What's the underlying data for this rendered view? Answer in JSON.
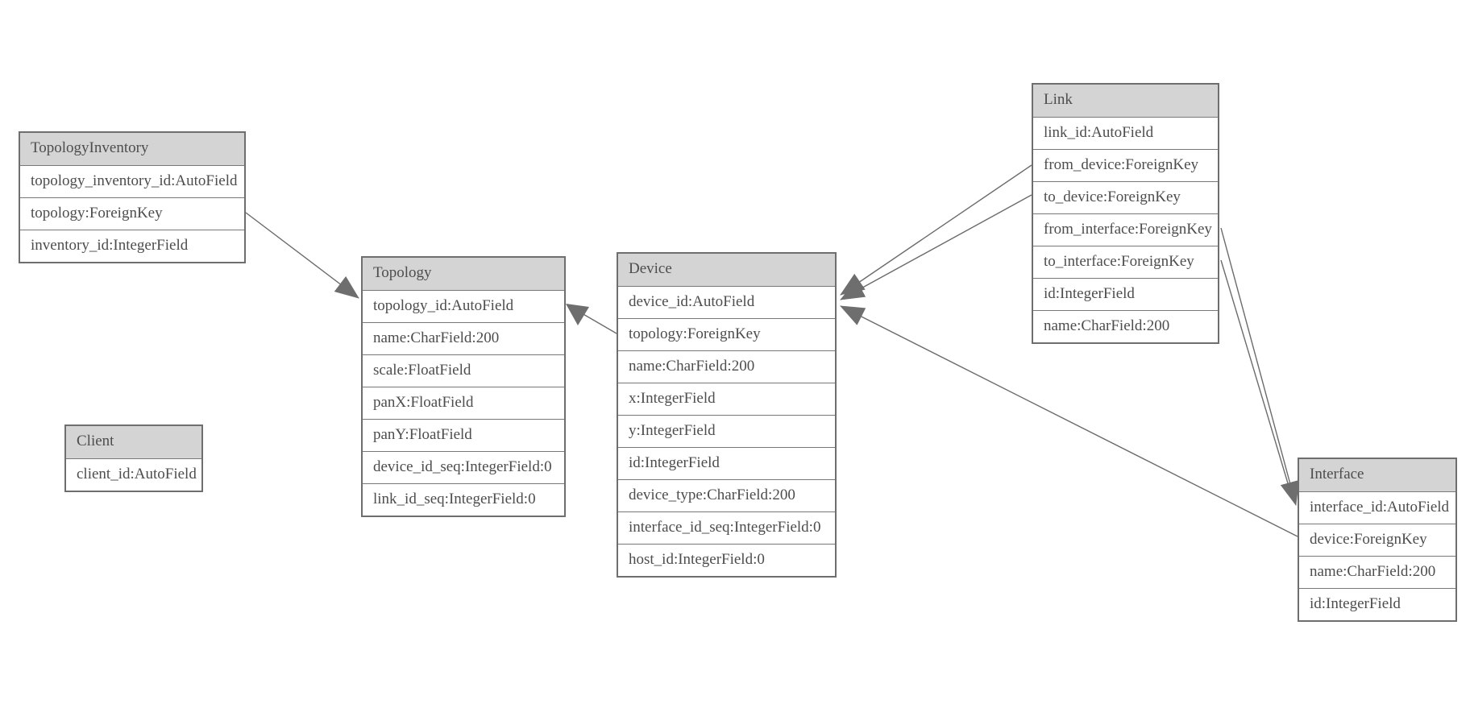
{
  "diagram": {
    "kind": "entity-relationship-model",
    "background_color": "#ffffff",
    "colors": {
      "header_fill": "#d4d4d4",
      "body_fill": "#ffffff",
      "border": "#6e6e6e",
      "text": "#4d4d4d",
      "relation_line": "#6b6b6b",
      "arrowhead_fill": "#6e6e6e"
    },
    "entities": [
      {
        "key": "TopologyInventory",
        "title": "TopologyInventory",
        "fields": [
          "topology_inventory_id:AutoField",
          "topology:ForeignKey",
          "inventory_id:IntegerField"
        ]
      },
      {
        "key": "Link",
        "title": "Link",
        "fields": [
          "link_id:AutoField",
          "from_device:ForeignKey",
          "to_device:ForeignKey",
          "from_interface:ForeignKey",
          "to_interface:ForeignKey",
          "id:IntegerField",
          "name:CharField:200"
        ]
      },
      {
        "key": "Topology",
        "title": "Topology",
        "fields": [
          "topology_id:AutoField",
          "name:CharField:200",
          "scale:FloatField",
          "panX:FloatField",
          "panY:FloatField",
          "device_id_seq:IntegerField:0",
          "link_id_seq:IntegerField:0"
        ]
      },
      {
        "key": "Device",
        "title": "Device",
        "fields": [
          "device_id:AutoField",
          "topology:ForeignKey",
          "name:CharField:200",
          "x:IntegerField",
          "y:IntegerField",
          "id:IntegerField",
          "device_type:CharField:200",
          "interface_id_seq:IntegerField:0",
          "host_id:IntegerField:0"
        ]
      },
      {
        "key": "Client",
        "title": "Client",
        "fields": [
          "client_id:AutoField"
        ]
      },
      {
        "key": "Interface",
        "title": "Interface",
        "fields": [
          "interface_id:AutoField",
          "device:ForeignKey",
          "name:CharField:200",
          "id:IntegerField"
        ]
      }
    ],
    "relations": [
      {
        "from": "TopologyInventory.topology",
        "to": "Topology.topology_id"
      },
      {
        "from": "Device.topology",
        "to": "Topology.topology_id"
      },
      {
        "from": "Link.from_device",
        "to": "Device.device_id"
      },
      {
        "from": "Link.to_device",
        "to": "Device.device_id"
      },
      {
        "from": "Link.from_interface",
        "to": "Interface.interface_id"
      },
      {
        "from": "Link.to_interface",
        "to": "Interface.interface_id"
      },
      {
        "from": "Interface.device",
        "to": "Device.device_id"
      }
    ]
  }
}
